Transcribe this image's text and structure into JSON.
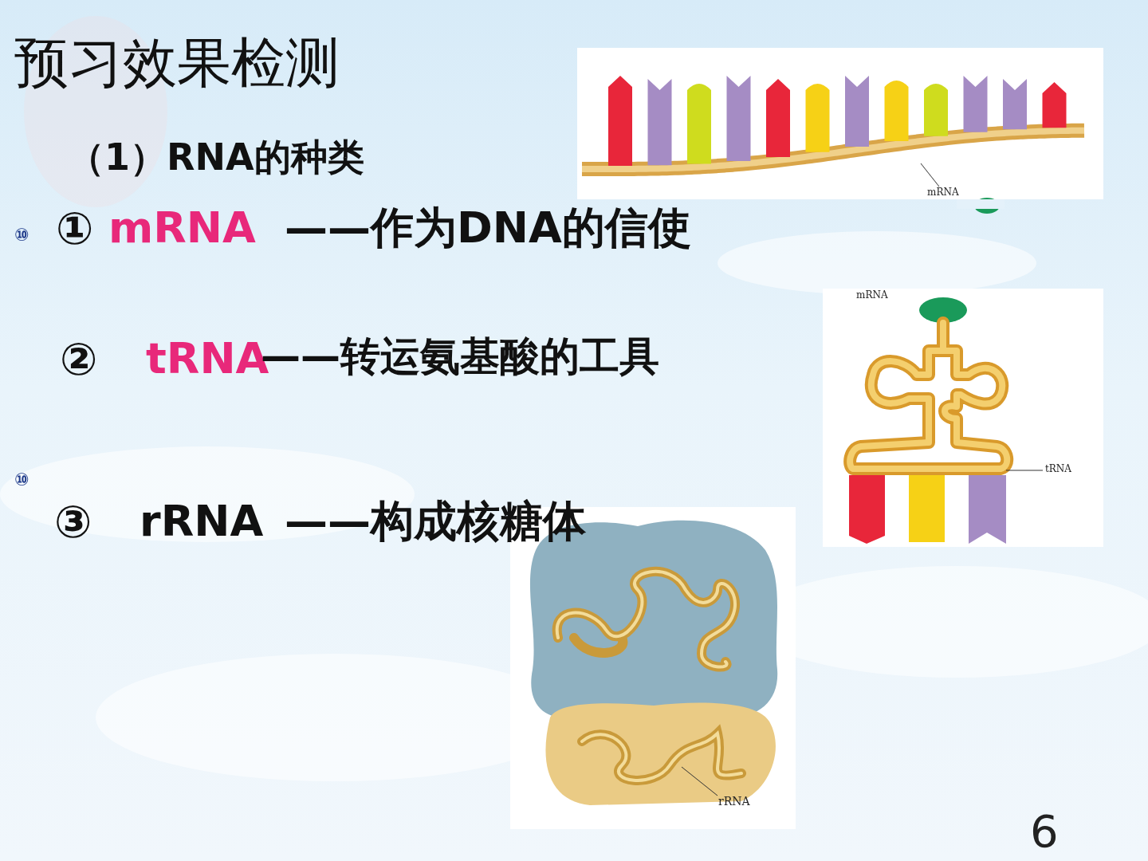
{
  "diagram": {
    "title": "预习效果检测",
    "labels": [
      "（1）RNA的种类",
      "⑩",
      "①",
      "mRNA",
      "——作为DNA的信使",
      "②",
      "tRNA",
      "——转运氨基酸的工具",
      "⑩",
      "③",
      "rRNA",
      "——构成核糖体",
      "mRNA",
      "mRNA",
      "tRNA",
      "rRNA",
      "6"
    ]
  }
}
